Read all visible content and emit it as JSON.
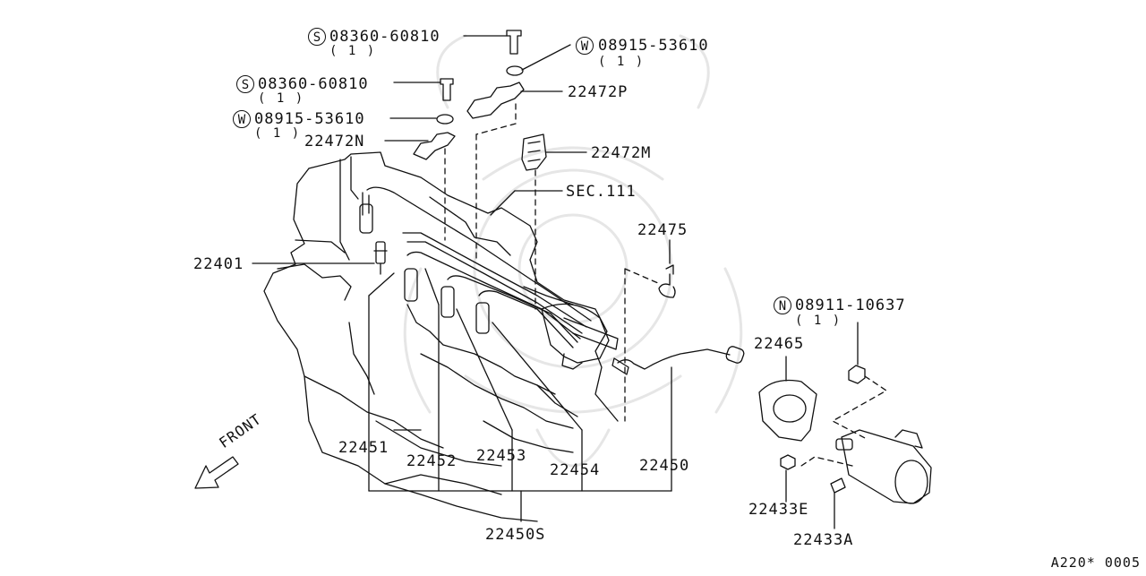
{
  "diagram": {
    "parts": [
      {
        "id": "bolt_top",
        "prefix": "S",
        "number": "08360-60810",
        "qty": "( 1 )"
      },
      {
        "id": "washer_top",
        "prefix": "W",
        "number": "08915-53610",
        "qty": "( 1 )"
      },
      {
        "id": "bolt_left",
        "prefix": "S",
        "number": "08360-60810",
        "qty": "( 1 )"
      },
      {
        "id": "washer_left",
        "prefix": "W",
        "number": "08915-53610",
        "qty": "( 1 )"
      },
      {
        "id": "nut",
        "prefix": "N",
        "number": "08911-10637",
        "qty": "( 1 )"
      }
    ],
    "labels": {
      "p22472P": "22472P",
      "p22472N": "22472N",
      "p22472M": "22472M",
      "sec111": "SEC.111",
      "p22475": "22475",
      "p22401": "22401",
      "p22465": "22465",
      "p22451": "22451",
      "p22452": "22452",
      "p22453": "22453",
      "p22454": "22454",
      "p22450": "22450",
      "p22450S": "22450S",
      "p22433E": "22433E",
      "p22433A": "22433A"
    },
    "front_label": "FRONT",
    "diagram_code": "A220* 0005"
  }
}
